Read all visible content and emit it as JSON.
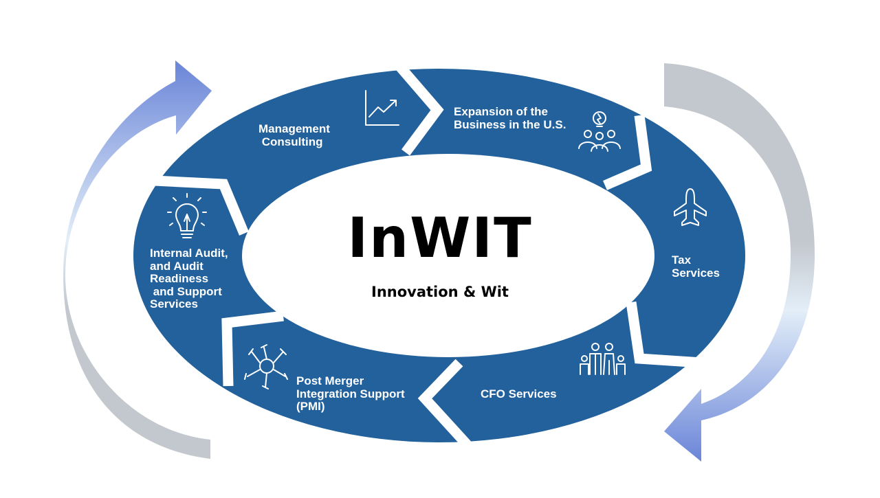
{
  "diagram": {
    "title": "InWIT",
    "subtitle": "Innovation & Wit",
    "segments": [
      {
        "label": "Management\n Consulting",
        "icon": "growth-chart-icon"
      },
      {
        "label": "Expansion of the\nBusiness in the U.S.",
        "icon": "team-idea-icon"
      },
      {
        "label": "Tax\nServices",
        "icon": "airplane-icon"
      },
      {
        "label": "CFO Services",
        "icon": "family-icon"
      },
      {
        "label": "Post Merger\nIntegration Support\n(PMI)",
        "icon": "joined-hands-icon"
      },
      {
        "label": "Internal Audit,\nand Audit\nReadiness\n and Support\nServices",
        "icon": "lightbulb-icon"
      }
    ],
    "colors": {
      "ring": "#22619b",
      "arrow_blue": "#6a85d8",
      "arrow_gray": "#c3c8ce"
    }
  }
}
